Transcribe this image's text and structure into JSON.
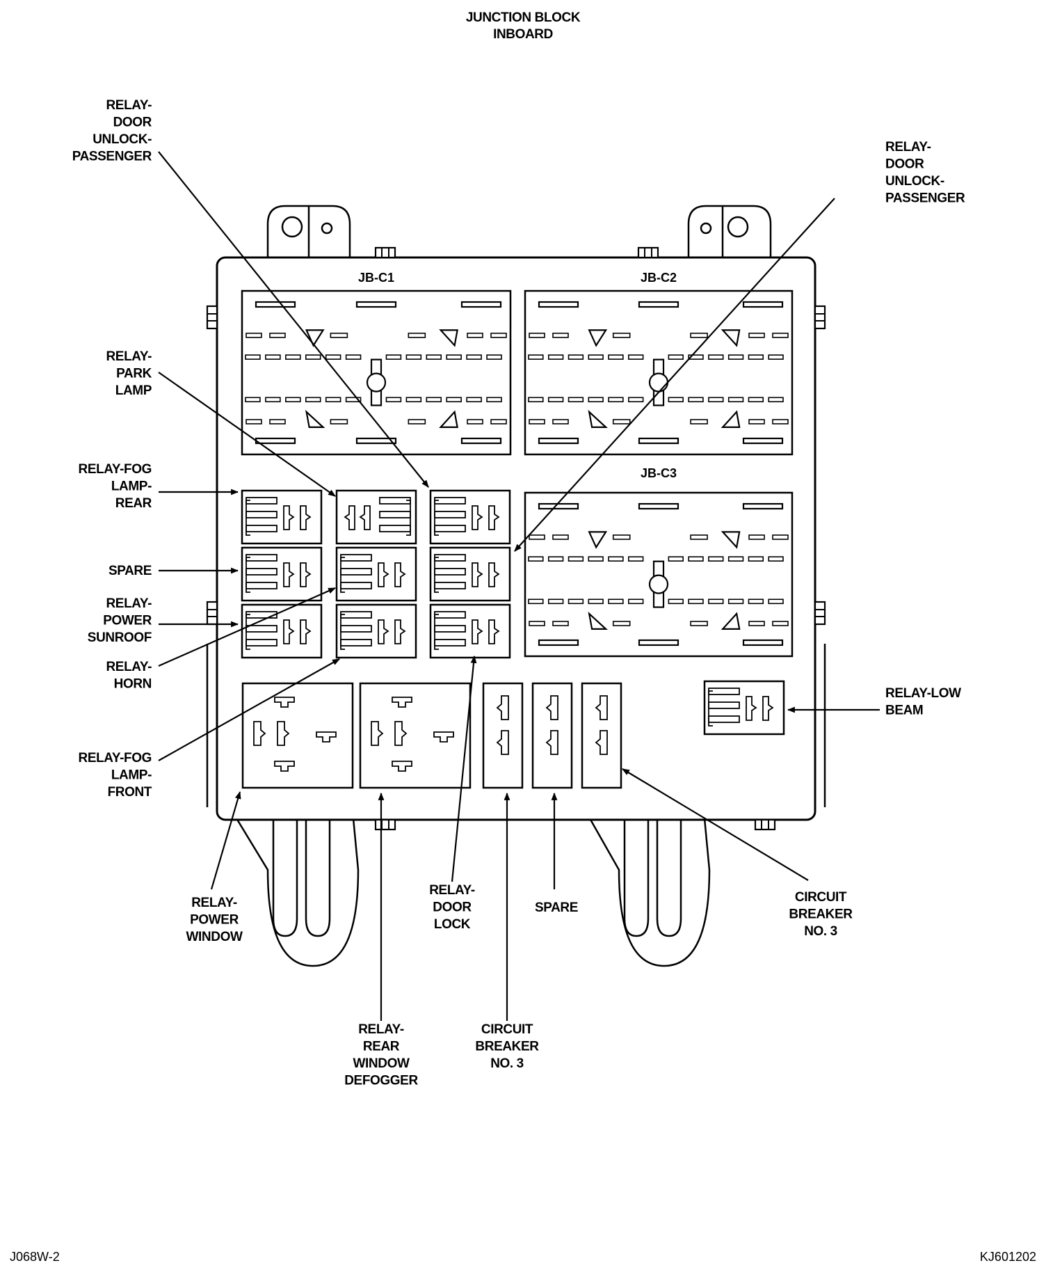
{
  "title": {
    "line1": "JUNCTION BLOCK",
    "line2": "INBOARD"
  },
  "connectors": {
    "c1": "JB-C1",
    "c2": "JB-C2",
    "c3": "JB-C3"
  },
  "labels": {
    "door_unlock_left": [
      "RELAY-",
      "DOOR",
      "UNLOCK-",
      "PASSENGER"
    ],
    "door_unlock_right": [
      "RELAY-",
      "DOOR",
      "UNLOCK-",
      "PASSENGER"
    ],
    "park_lamp": [
      "RELAY-",
      "PARK",
      "LAMP"
    ],
    "fog_rear": [
      "RELAY-FOG",
      "LAMP-",
      "REAR"
    ],
    "spare_left": [
      "SPARE"
    ],
    "power_sunroof": [
      "RELAY-",
      "POWER",
      "SUNROOF"
    ],
    "horn": [
      "RELAY-",
      "HORN"
    ],
    "fog_front": [
      "RELAY-FOG",
      "LAMP-",
      "FRONT"
    ],
    "low_beam": [
      "RELAY-LOW",
      "BEAM"
    ],
    "power_window": [
      "RELAY-",
      "POWER",
      "WINDOW"
    ],
    "rear_defogger": [
      "RELAY-",
      "REAR",
      "WINDOW",
      "DEFOGGER"
    ],
    "door_lock": [
      "RELAY-",
      "DOOR",
      "LOCK"
    ],
    "breaker_mid": [
      "CIRCUIT",
      "BREAKER",
      "NO. 3"
    ],
    "spare_bottom": [
      "SPARE"
    ],
    "breaker_right": [
      "CIRCUIT",
      "BREAKER",
      "NO. 3"
    ]
  },
  "footer": {
    "left_code": "J068W-2",
    "right_code": "KJ601202"
  }
}
